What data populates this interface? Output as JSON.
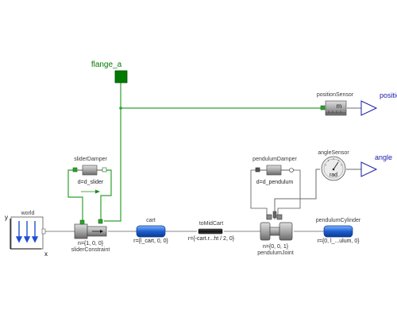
{
  "diagram": {
    "connector_flange": "flange_a",
    "outputs": {
      "position": "position",
      "angle": "angle"
    },
    "components": {
      "world": {
        "name": "world",
        "axis_y": "y",
        "axis_x": "x"
      },
      "slider_damper": {
        "name": "sliderDamper",
        "param": "d=d_slider"
      },
      "slider_constraint": {
        "name": "sliderConstraint",
        "param": "n={1, 0, 0}"
      },
      "cart": {
        "name": "cart",
        "param": "r={l_cart, 0, 0}"
      },
      "to_mid_cart": {
        "name": "toMidCart",
        "param": "r={-cart.r...ht / 2, 0}"
      },
      "pendulum_damper": {
        "name": "pendulumDamper",
        "param": "d=d_pendulum"
      },
      "pendulum_joint": {
        "name": "pendulumJoint",
        "param": "n={0, 0, 1}"
      },
      "pendulum_cylinder": {
        "name": "pendulumCylinder",
        "param": "r={0, l_...ulum, 0}"
      },
      "position_sensor": {
        "name": "positionSensor",
        "unit": "m"
      },
      "angle_sensor": {
        "name": "angleSensor",
        "unit": "rad"
      }
    }
  },
  "colors": {
    "mech_wire": "#2ea02e",
    "frame_wire": "#888888",
    "signal_wire": "#6b6b6b",
    "output_blue": "#1a1aa8",
    "body_blue": "#1e5fd0",
    "flange_green": "#007a00"
  }
}
